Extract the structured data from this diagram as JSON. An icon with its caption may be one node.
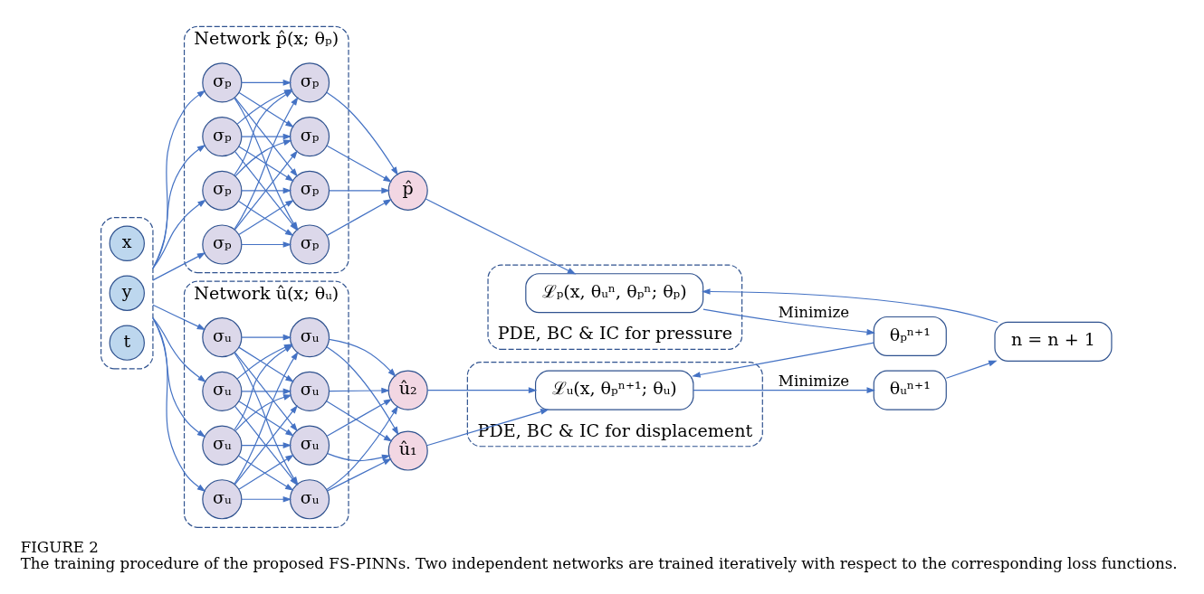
{
  "diagram": {
    "title": "FIGURE 2",
    "caption": "The training procedure of the proposed FS-PINNs. Two independent networks are trained iteratively with respect to the corresponding loss functions.",
    "nodes": [
      {
        "text": [],
        "shape": "box"
      },
      {
        "text": [
          "x"
        ],
        "in": 0
      },
      {
        "text": [
          "y"
        ],
        "in": 0
      },
      {
        "text": [
          "t"
        ],
        "in": 0
      },
      {
        "text": [
          "Network p̂(x; θₚ)"
        ]
      },
      {
        "text": [
          "σₚ"
        ],
        "in": 4
      },
      {
        "text": [
          "σₚ"
        ],
        "in": 4
      },
      {
        "text": [
          "σₚ"
        ],
        "in": 4
      },
      {
        "text": [
          "σₚ"
        ],
        "in": 4
      },
      {
        "text": [
          "σₚ"
        ],
        "in": 4
      },
      {
        "text": [
          "σₚ"
        ],
        "in": 4
      },
      {
        "text": [
          "σₚ"
        ],
        "in": 4
      },
      {
        "text": [
          "σₚ"
        ],
        "in": 4
      },
      {
        "text": [
          "PDE, BC & IC for pressure"
        ]
      },
      {
        "text": [
          "p̂"
        ]
      },
      {
        "text": [
          "ℒₚ(x, θᵤⁿ, θₚⁿ; θₚ)"
        ],
        "in": 13
      },
      {
        "text": [
          "θₚⁿ⁺¹"
        ]
      },
      {
        "text": [
          "n = n + 1"
        ]
      },
      {
        "text": [
          "Network û(x; θᵤ)"
        ]
      },
      {
        "text": [
          "σᵤ"
        ],
        "in": 18
      },
      {
        "text": [
          "σᵤ"
        ],
        "in": 18
      },
      {
        "text": [
          "σᵤ"
        ],
        "in": 18
      },
      {
        "text": [
          "σᵤ"
        ],
        "in": 18
      },
      {
        "text": [
          "σᵤ"
        ],
        "in": 18
      },
      {
        "text": [
          "σᵤ"
        ],
        "in": 18
      },
      {
        "text": [
          "σᵤ"
        ],
        "in": 18
      },
      {
        "text": [
          "σᵤ"
        ],
        "in": 18
      },
      {
        "text": [
          "PDE, BC & IC for displacement"
        ]
      },
      {
        "text": [
          "û₁"
        ]
      },
      {
        "text": [
          "û₂"
        ]
      },
      {
        "text": [
          "ℒᵤ(x, θₚⁿ⁺¹; θᵤ)"
        ],
        "in": 27
      },
      {
        "text": [
          "θᵤⁿ⁺¹"
        ]
      }
    ],
    "edges": [
      {
        "from": 0,
        "to": 5,
        "arrow": "to"
      },
      {
        "from": 0,
        "to": 6,
        "arrow": "to"
      },
      {
        "from": 0,
        "to": 7,
        "arrow": "to"
      },
      {
        "from": 0,
        "to": 8,
        "arrow": "to"
      },
      {
        "from": 5,
        "to": 9,
        "arrow": "to"
      },
      {
        "from": 5,
        "to": 10,
        "arrow": "to"
      },
      {
        "from": 5,
        "to": 11,
        "arrow": "to"
      },
      {
        "from": 5,
        "to": 12,
        "arrow": "to"
      },
      {
        "from": 6,
        "to": 9,
        "arrow": "to"
      },
      {
        "from": 6,
        "to": 10,
        "arrow": "to"
      },
      {
        "from": 6,
        "to": 11,
        "arrow": "to"
      },
      {
        "from": 6,
        "to": 12,
        "arrow": "to"
      },
      {
        "from": 7,
        "to": 9,
        "arrow": "to"
      },
      {
        "from": 7,
        "to": 10,
        "arrow": "to"
      },
      {
        "from": 7,
        "to": 11,
        "arrow": "to"
      },
      {
        "from": 7,
        "to": 12,
        "arrow": "to"
      },
      {
        "from": 8,
        "to": 9,
        "arrow": "to"
      },
      {
        "from": 8,
        "to": 10,
        "arrow": "to"
      },
      {
        "from": 8,
        "to": 11,
        "arrow": "to"
      },
      {
        "from": 8,
        "to": 12,
        "arrow": "to"
      },
      {
        "from": 9,
        "to": 14,
        "arrow": "to"
      },
      {
        "from": 10,
        "to": 14,
        "arrow": "to"
      },
      {
        "from": 11,
        "to": 14,
        "arrow": "to"
      },
      {
        "from": 12,
        "to": 14,
        "arrow": "to"
      },
      {
        "from": 14,
        "to": 15,
        "arrow": "to"
      },
      {
        "from": 15,
        "to": 16,
        "arrow": "to",
        "label": "Minimize"
      },
      {
        "from": 16,
        "to": 30,
        "arrow": "to"
      },
      {
        "from": 0,
        "to": 19,
        "arrow": "to"
      },
      {
        "from": 0,
        "to": 20,
        "arrow": "to"
      },
      {
        "from": 0,
        "to": 21,
        "arrow": "to"
      },
      {
        "from": 0,
        "to": 22,
        "arrow": "to"
      },
      {
        "from": 19,
        "to": 23,
        "arrow": "to"
      },
      {
        "from": 19,
        "to": 24,
        "arrow": "to"
      },
      {
        "from": 19,
        "to": 25,
        "arrow": "to"
      },
      {
        "from": 19,
        "to": 26,
        "arrow": "to"
      },
      {
        "from": 20,
        "to": 23,
        "arrow": "to"
      },
      {
        "from": 20,
        "to": 24,
        "arrow": "to"
      },
      {
        "from": 20,
        "to": 25,
        "arrow": "to"
      },
      {
        "from": 20,
        "to": 26,
        "arrow": "to"
      },
      {
        "from": 21,
        "to": 23,
        "arrow": "to"
      },
      {
        "from": 21,
        "to": 24,
        "arrow": "to"
      },
      {
        "from": 21,
        "to": 25,
        "arrow": "to"
      },
      {
        "from": 21,
        "to": 26,
        "arrow": "to"
      },
      {
        "from": 22,
        "to": 23,
        "arrow": "to"
      },
      {
        "from": 22,
        "to": 24,
        "arrow": "to"
      },
      {
        "from": 22,
        "to": 25,
        "arrow": "to"
      },
      {
        "from": 22,
        "to": 26,
        "arrow": "to"
      },
      {
        "from": 23,
        "to": 28,
        "arrow": "to"
      },
      {
        "from": 23,
        "to": 29,
        "arrow": "to"
      },
      {
        "from": 24,
        "to": 28,
        "arrow": "to"
      },
      {
        "from": 24,
        "to": 29,
        "arrow": "to"
      },
      {
        "from": 25,
        "to": 28,
        "arrow": "to"
      },
      {
        "from": 25,
        "to": 29,
        "arrow": "to"
      },
      {
        "from": 26,
        "to": 28,
        "arrow": "to"
      },
      {
        "from": 26,
        "to": 29,
        "arrow": "to"
      },
      {
        "from": 28,
        "to": 30,
        "arrow": "to"
      },
      {
        "from": 29,
        "to": 30,
        "arrow": "to"
      },
      {
        "from": 30,
        "to": 31,
        "arrow": "to",
        "label": "Minimize"
      },
      {
        "from": 31,
        "to": 17,
        "arrow": "to"
      },
      {
        "from": 17,
        "to": 15,
        "arrow": "to"
      }
    ]
  }
}
